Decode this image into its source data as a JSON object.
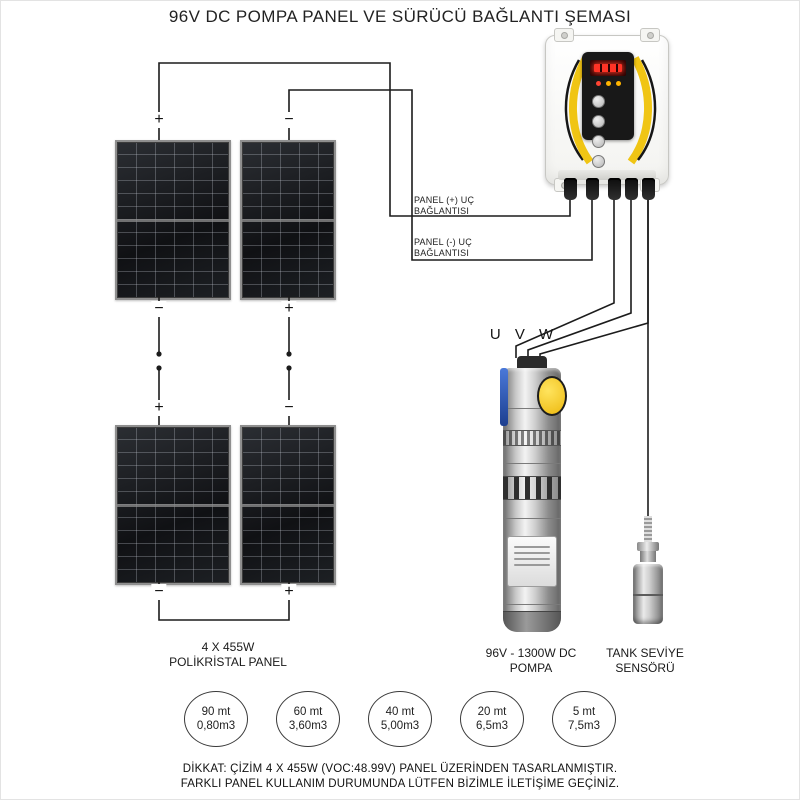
{
  "title": "96V DC POMPA PANEL VE SÜRÜCÜ BAĞLANTI ŞEMASI",
  "connection_labels": {
    "positive_line1": "PANEL (+) UÇ",
    "positive_line2": "BAĞLANTISI",
    "negative_line1": "PANEL (-) UÇ",
    "negative_line2": "BAĞLANTISI"
  },
  "polarity": {
    "panel1_top": "+",
    "panel2_top": "−",
    "panel1_bottom": "−",
    "panel2_bottom": "+",
    "panel3_top": "+",
    "panel4_top": "−",
    "panel3_bottom": "−",
    "panel4_bottom": "+"
  },
  "motor_terminals": "U V W",
  "array_label": {
    "line1": "4 X 455W",
    "line2": "POLİKRİSTAL PANEL"
  },
  "pump_label": {
    "line1": "96V - 1300W DC",
    "line2": "POMPA"
  },
  "sensor_label": {
    "line1": "TANK SEVİYE",
    "line2": "SENSÖRÜ"
  },
  "capacity_badges": [
    {
      "depth": "90 mt",
      "flow": "0,80m3"
    },
    {
      "depth": "60 mt",
      "flow": "3,60m3"
    },
    {
      "depth": "40 mt",
      "flow": "5,00m3"
    },
    {
      "depth": "20 mt",
      "flow": "6,5m3"
    },
    {
      "depth": "5 mt",
      "flow": "7,5m3"
    }
  ],
  "warning": {
    "line1": "DİKKAT: ÇİZİM 4 X 455W (VOC:48.99V) PANEL ÜZERİNDEN TASARLANMIŞTIR.",
    "line2": "FARKLI PANEL KULLANIM DURUMUNDA LÜTFEN BİZİMLE İLETİŞİME GEÇİNİZ."
  },
  "colors": {
    "accent_yellow": "#f0c514",
    "wire": "#1c1c1c",
    "led_red": "#ff3326"
  }
}
